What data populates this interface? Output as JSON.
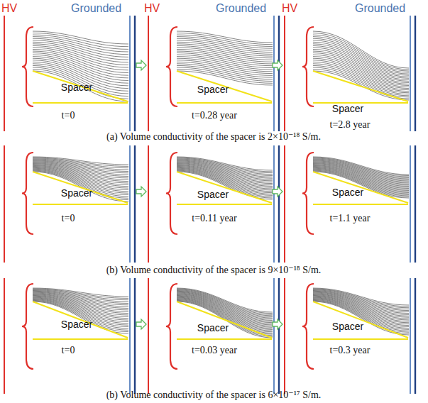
{
  "diagram": {
    "labels": [
      "HV",
      "Grounded",
      "HV",
      "Grounded",
      "HV",
      "Grounded",
      "Spacer",
      "t=0",
      "Spacer",
      "t=0.28 year",
      "Spacer",
      "t=2.8 year",
      "(a) Volume conductivity of the spacer is 2×10⁻¹⁸ S/m.",
      "Spacer",
      "t=0",
      "Spacer",
      "t=0.11 year",
      "Spacer",
      "t=1.1 year",
      "(b) Volume conductivity of the spacer is 9×10⁻¹⁸ S/m.",
      "Spacer",
      "t=0",
      "Spacer",
      "t=0.03 year",
      "Spacer",
      "t=0.3 year",
      "(b) Volume conductivity of the spacer is 6×10⁻¹⁷ S/m."
    ]
  }
}
